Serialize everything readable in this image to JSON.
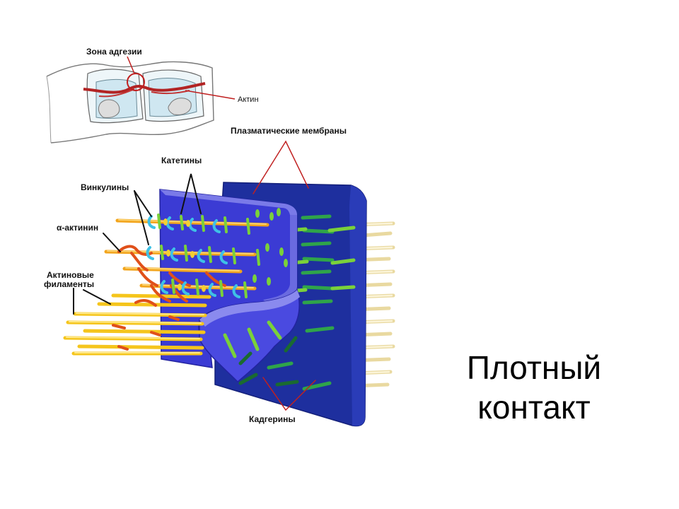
{
  "slide": {
    "title_line1": "Плотный",
    "title_line2": "контакт"
  },
  "labels": {
    "adhesion_zone": "Зона адгезии",
    "actin": "Актин",
    "plasma_membranes": "Плазматические мембраны",
    "catenins": "Катетины",
    "vinculins": "Винкулины",
    "alpha_actinin": "α-актинин",
    "actin_filaments_line1": "Актиновые",
    "actin_filaments_line2": "филаменты",
    "cadherins": "Кадгерины"
  },
  "colors": {
    "membrane_front": "#3b3bd4",
    "membrane_edge": "#7a7ae8",
    "membrane_back": "#1e2f9e",
    "cell_fill": "#cfe7f1",
    "actin_filament": "#f2a41c",
    "alpha_actinin": "#e0501a",
    "catenin": "#7ad13a",
    "vinculin": "#3ec1e6",
    "cadherin": "#2fa44a",
    "actin_band": "#b22424",
    "pointer_line": "#c02020",
    "far_filament": "#f3e6b6"
  },
  "icons": {
    "cell_pair": "epithelial-cell-pair-icon",
    "adhesion_circle": "adhesion-zone-circle-icon"
  }
}
